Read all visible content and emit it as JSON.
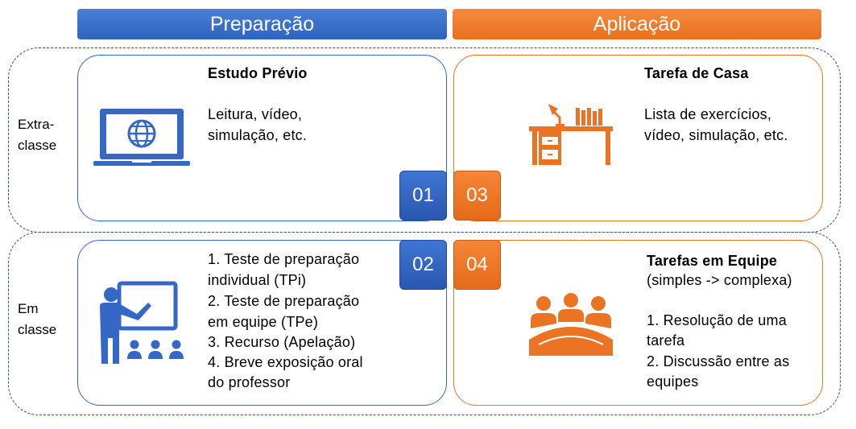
{
  "headers": {
    "preparation": "Preparação",
    "application": "Aplicação"
  },
  "rows": {
    "extra_class": [
      "Extra-",
      "classe"
    ],
    "in_class": [
      "Em",
      "classe"
    ]
  },
  "cards": {
    "c01": {
      "badge": "01",
      "title": "Estudo Prévio",
      "lines": [
        "Leitura, vídeo,",
        "simulação, etc."
      ],
      "icon": "laptop-globe-icon"
    },
    "c03": {
      "badge": "03",
      "title": "Tarefa de Casa",
      "lines": [
        "Lista de exercícios,",
        "vídeo, simulação, etc."
      ],
      "icon": "desk-lamp-icon"
    },
    "c02": {
      "badge": "02",
      "lines": [
        "1. Teste de preparação",
        "individual (TPi)",
        "2. Teste de preparação",
        "em equipe (TPe)",
        "3. Recurso (Apelação)",
        "4. Breve exposição oral",
        "do professor"
      ],
      "icon": "teacher-board-icon"
    },
    "c04": {
      "badge": "04",
      "title": "Tarefas em Equipe",
      "subtitle": "(simples -> complexa)",
      "lines": [
        "1. Resolução de uma",
        "tarefa",
        "2. Discussão entre as",
        "equipes"
      ],
      "icon": "team-table-icon"
    }
  },
  "colors": {
    "blue": "#3567c6",
    "orange": "#ea7324",
    "dashed_border": "#2e4f7f"
  }
}
